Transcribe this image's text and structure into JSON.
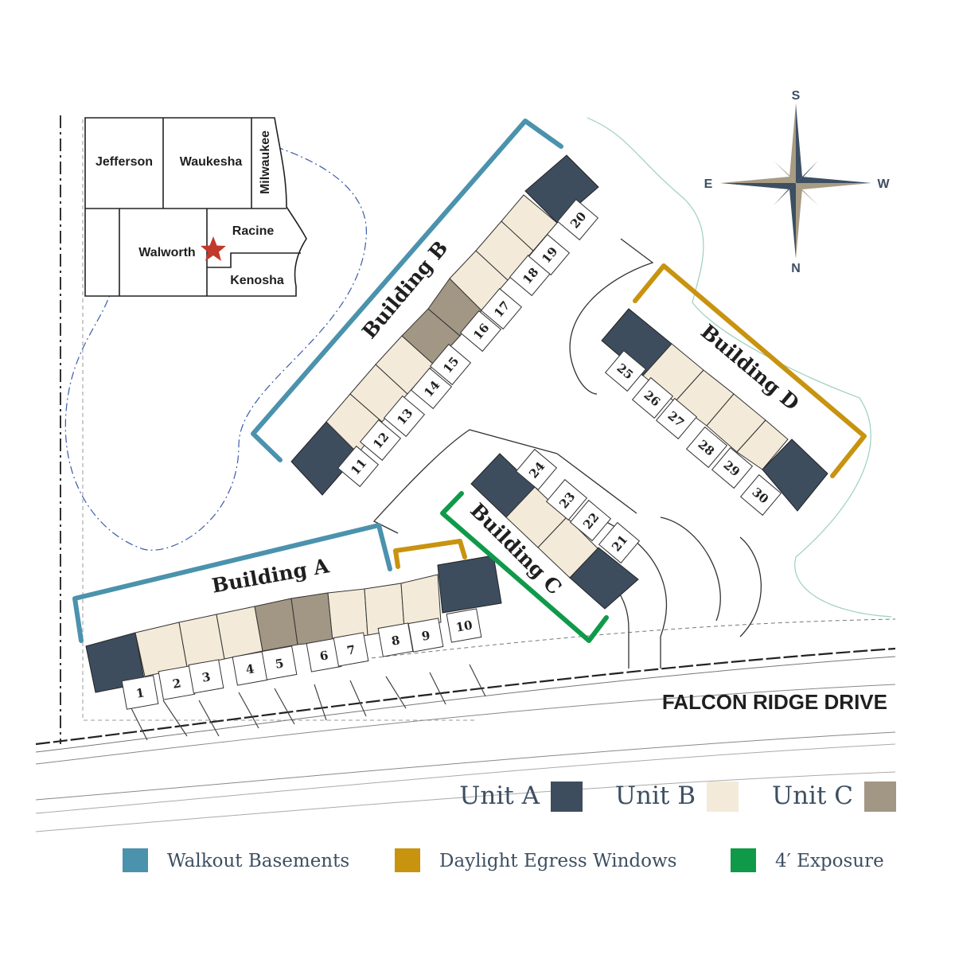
{
  "colors": {
    "unit_a": "#3d4d5e",
    "unit_b": "#f3ead9",
    "unit_c": "#a29685",
    "walkout": "#4b92ad",
    "daylight": "#c8930f",
    "exposure": "#0f9a4a",
    "star": "#c0392b",
    "compass_dark": "#3d4f62",
    "compass_tan": "#a79b83"
  },
  "inset_map": {
    "counties": [
      "Jefferson",
      "Waukesha",
      "Milwaukee",
      "Walworth",
      "Racine",
      "Kenosha"
    ],
    "marker": "star-icon"
  },
  "compass": {
    "top": "S",
    "left": "E",
    "right": "W",
    "bottom": "N"
  },
  "street_name": "FALCON RIDGE DRIVE",
  "buildings": [
    {
      "label": "Building A",
      "units": [
        "1",
        "2",
        "3",
        "4",
        "5",
        "6",
        "7",
        "8",
        "9",
        "10"
      ]
    },
    {
      "label": "Building B",
      "units": [
        "11",
        "12",
        "13",
        "14",
        "15",
        "16",
        "17",
        "18",
        "19",
        "20"
      ]
    },
    {
      "label": "Building C",
      "units": [
        "21",
        "22",
        "23",
        "24"
      ]
    },
    {
      "label": "Building D",
      "units": [
        "25",
        "26",
        "27",
        "28",
        "29",
        "30"
      ]
    }
  ],
  "legend": {
    "units": [
      {
        "label": "Unit A",
        "color": "#3d4d5e"
      },
      {
        "label": "Unit B",
        "color": "#f3ead9"
      },
      {
        "label": "Unit C",
        "color": "#a29685"
      }
    ],
    "lines": [
      {
        "label": "Walkout Basements",
        "color": "#4b92ad"
      },
      {
        "label": "Daylight Egress Windows",
        "color": "#c8930f"
      },
      {
        "label": "4′ Exposure",
        "color": "#0f9a4a"
      }
    ]
  }
}
